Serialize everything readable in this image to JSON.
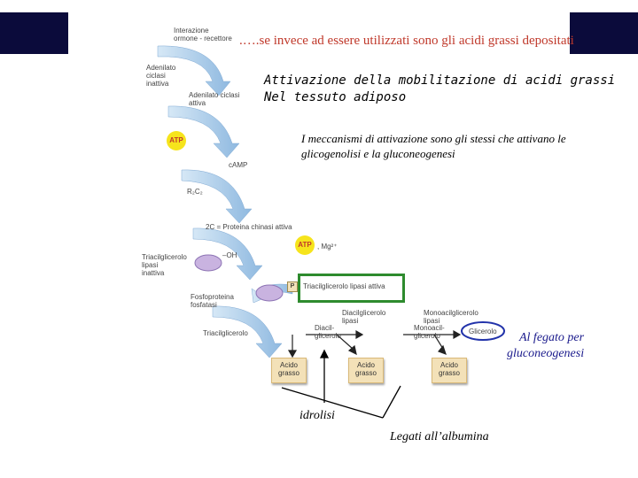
{
  "title": ".….se invece ad essere utilizzati sono gli acidi grassi depositati",
  "subtitle_line1": "Attivazione della mobilitazione di acidi grassi",
  "subtitle_line2": "Nel tessuto adiposo",
  "note": "I meccanismi di attivazione sono gli stessi che attivano le glicogenolisi e la gluconeogenesi",
  "diagram": {
    "interazione": "Interazione\normone - recettore",
    "adenilato_inattivo": "Adenilato\nciclasi\ninattiva",
    "adenilato_attiva": "Adenilato ciclasi\nattiva",
    "atp1": "ATP",
    "camp": "cAMP",
    "r2c2": "R₂C₂",
    "proteina_chinasi": "2C = Proteina chinasi attiva",
    "atp2": "ATP",
    "mg": ", Mg²⁺",
    "triacilglicerolo_lipasi_inattiva": "Triacilglicerolo\nlipasi\ninattiva",
    "oh": "–OH",
    "p": "P",
    "triacilglicerolo_lipasi_attiva": "Triacilglicerolo lipasi attiva",
    "fosfoproteina_fosfatasi": "Fosfoproteina\nfosfatasi",
    "triacilglicerolo": "Triacilglicerolo",
    "diacilglicerolo_lipasi": "Diacilglicerolo\nlipasi",
    "diacilglicerolo": "Diacil-\nglicerolo",
    "monoacilglicerolo_lipasi": "Monoacilglicerolo\nlipasi",
    "monoacilglicerolo": "Monoacil-\nglicerolo",
    "glicerolo": "Glicerolo",
    "acido_grasso": "Acido\ngrasso"
  },
  "al_fegato": "Al fegato per\ngluconeogenesi",
  "idrolisi": "idrolisi",
  "legati": "Legati all’albumina",
  "colors": {
    "navy": "#0b0b3b",
    "title": "#c0392b",
    "arrow_blue": "#9fc3e6",
    "green_box": "#2e8b2e",
    "atp_yellow": "#f6e41c",
    "blue_note": "#1a1a8c"
  }
}
